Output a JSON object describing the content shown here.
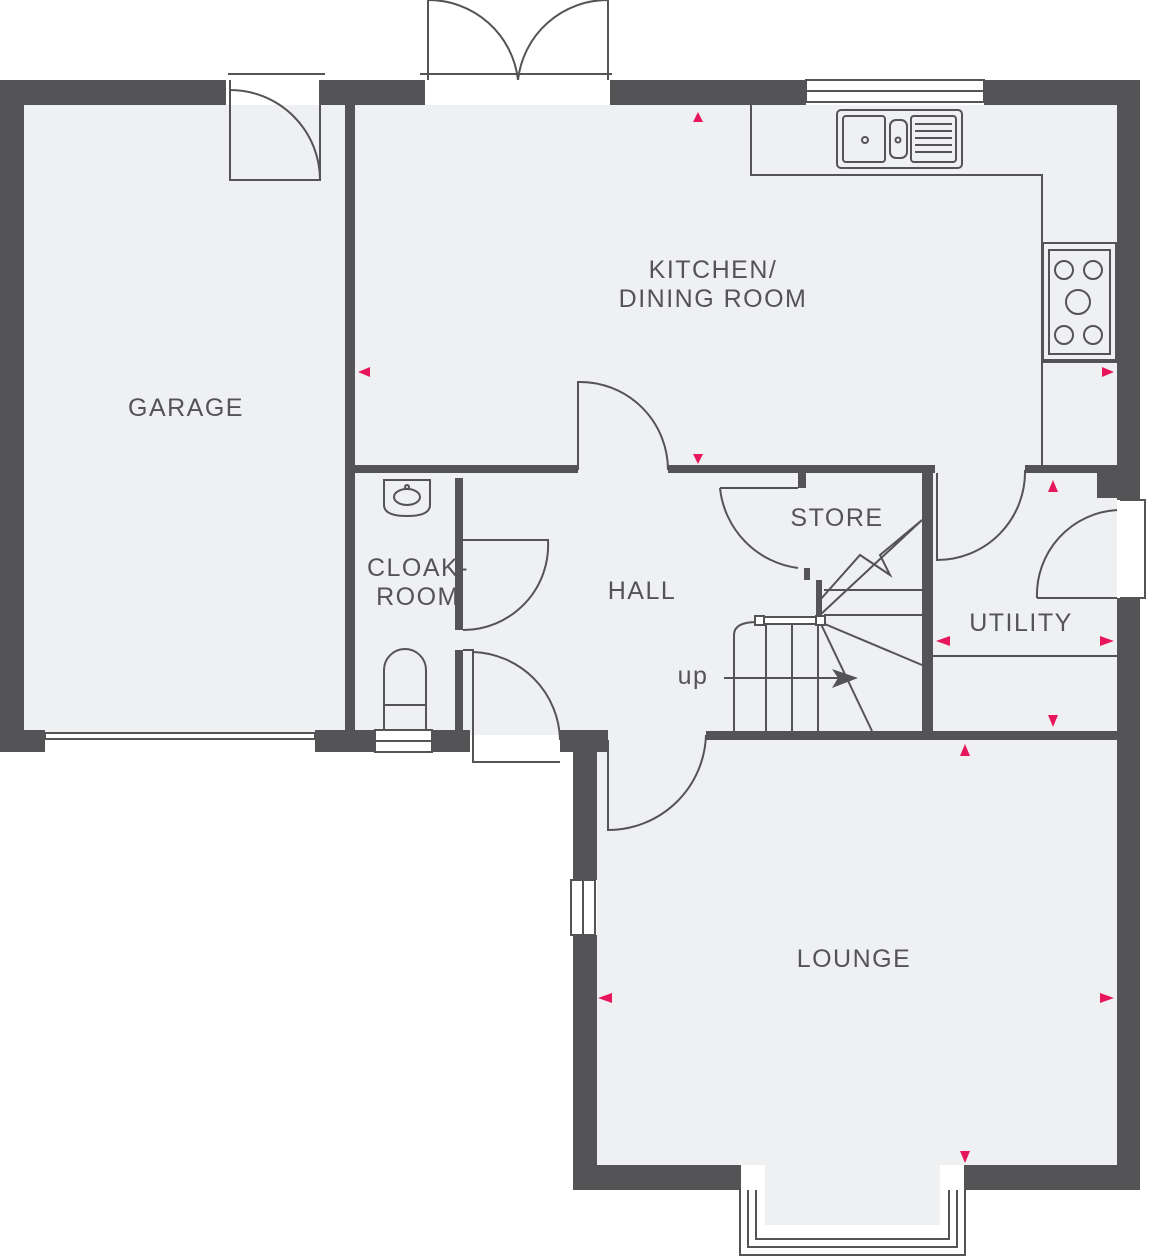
{
  "rooms": {
    "garage": "GARAGE",
    "kitchen_line1": "KITCHEN/",
    "kitchen_line2": "DINING ROOM",
    "cloakroom_line1": "CLOAK-",
    "cloakroom_line2": "ROOM",
    "hall": "HALL",
    "store": "STORE",
    "utility": "UTILITY",
    "lounge": "LOUNGE"
  },
  "stairs_label": "up",
  "colors": {
    "wall": "#545456",
    "floor": "#eff0f2",
    "marker": "#e8175d"
  }
}
